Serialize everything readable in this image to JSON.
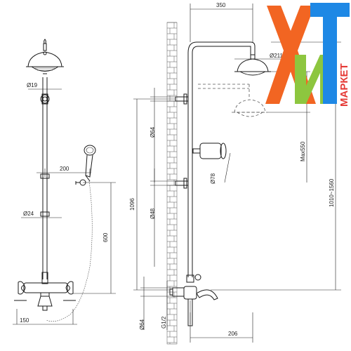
{
  "drawing": {
    "dimensions": {
      "d19": "Ø19",
      "d24": "Ø24",
      "w200": "200",
      "h600": "600",
      "w150": "150",
      "h1096": "1096",
      "d64_top": "Ø64",
      "d48": "Ø48",
      "d64_bottom": "Ø64",
      "g12": "G1/2",
      "w350": "350",
      "d211": "Ø211",
      "max550": "Max550",
      "d78": "Ø78",
      "range1010": "1010~1560",
      "w206": "206"
    }
  },
  "logo": {
    "letters": "ХиТ",
    "subtitle": "МАРКЕТ",
    "colors": {
      "x": "#f26522",
      "i": "#8dc63f",
      "t": "#1e88e5",
      "subtitle": "#e53935"
    }
  }
}
